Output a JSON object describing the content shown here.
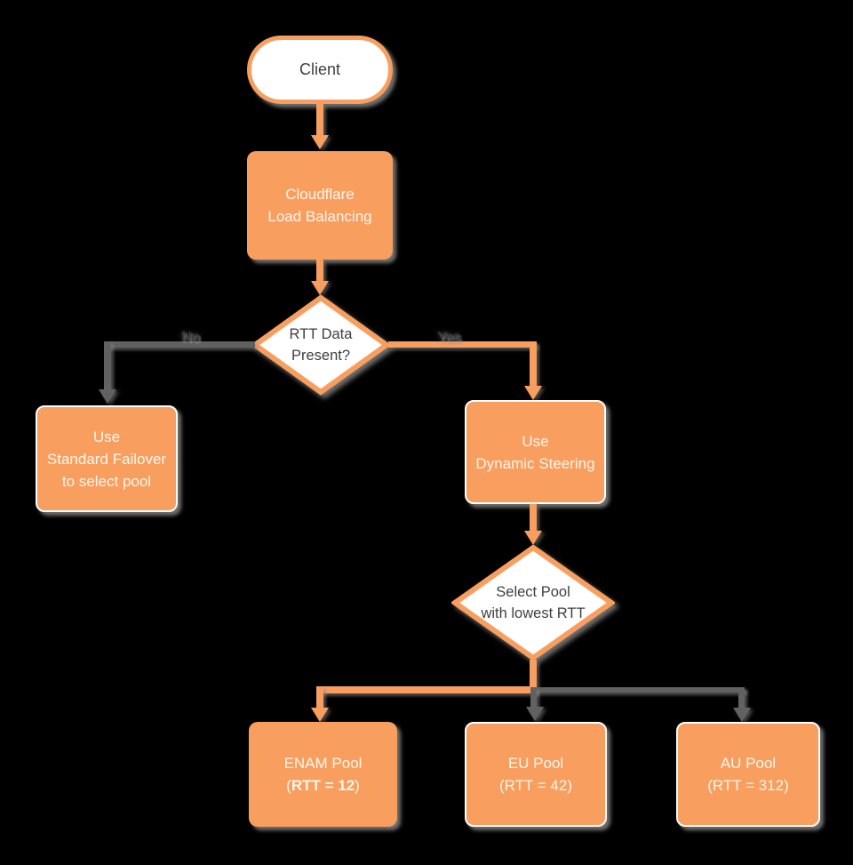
{
  "colors": {
    "orange": "#F89E5F",
    "gray_line": "#616161",
    "dark_text": "#3F3F3F",
    "light_text": "#FEF6EE",
    "bg": "#000000"
  },
  "nodes": {
    "client": {
      "label": "Client"
    },
    "load_balancer": {
      "line1": "Cloudflare",
      "line2": "Load Balancing"
    },
    "rtt_decision": {
      "line1": "RTT Data",
      "line2": "Present?"
    },
    "standard_failover": {
      "line1": "Use",
      "line2": "Standard Failover",
      "line3": "to select pool"
    },
    "dynamic_steering": {
      "line1": "Use",
      "line2": "Dynamic Steering"
    },
    "select_pool": {
      "line1": "Select Pool",
      "line2": "with lowest RTT"
    },
    "enam_pool": {
      "line1": "ENAM Pool",
      "line2_open": "(",
      "line2_bold": "RTT = 12",
      "line2_close": ")"
    },
    "eu_pool": {
      "line1": "EU Pool",
      "line2": "(RTT = 42)"
    },
    "au_pool": {
      "line1": "AU Pool",
      "line2": "(RTT = 312)"
    }
  },
  "edges": {
    "no_label": "No",
    "yes_label": "Yes"
  }
}
